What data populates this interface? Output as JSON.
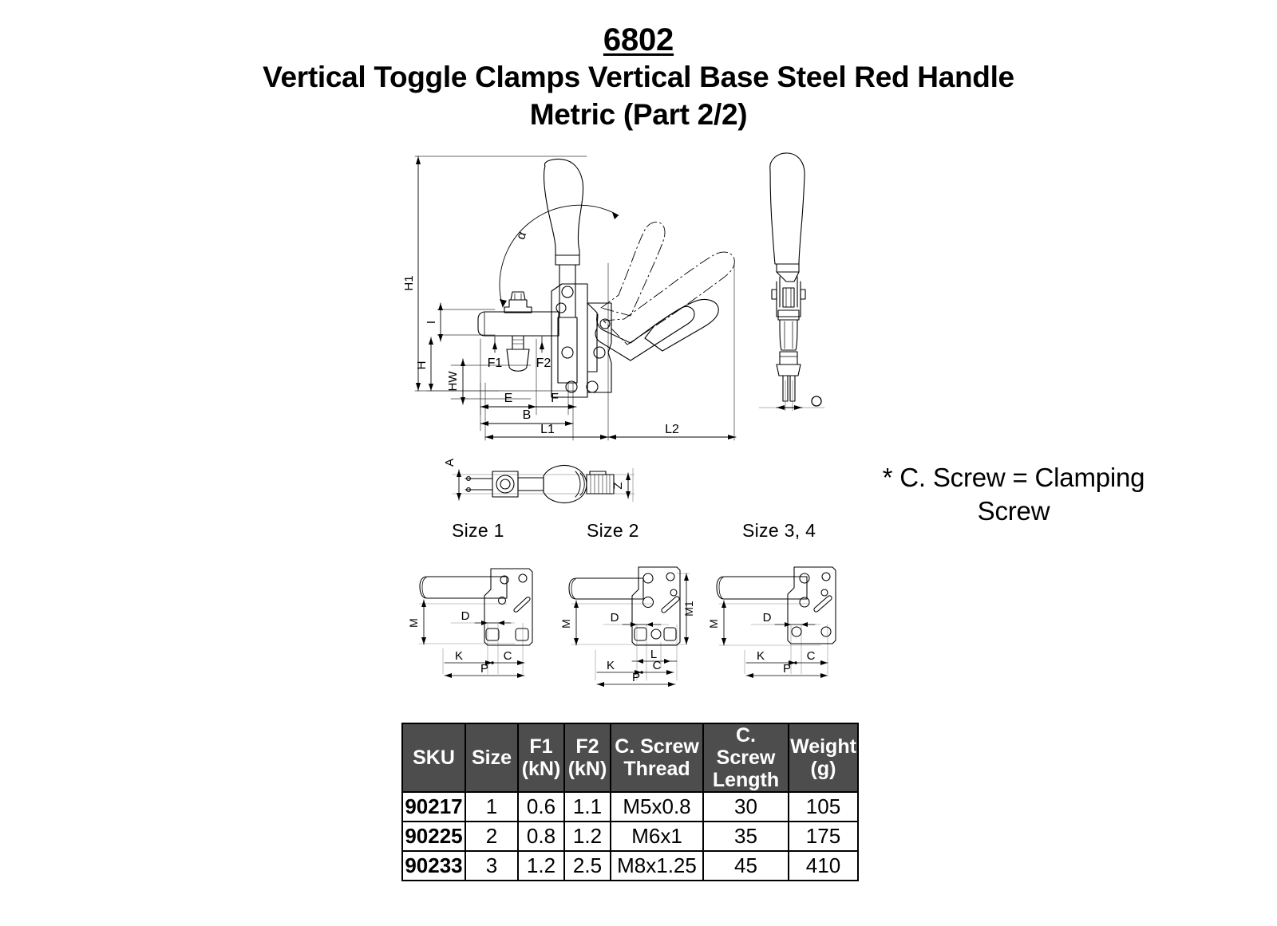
{
  "title": {
    "code": "6802",
    "line1": "Vertical Toggle Clamps Vertical Base Steel Red Handle",
    "line2": "Metric (Part 2/2)"
  },
  "note": {
    "line1": "* C. Screw = Clamping",
    "line2": "Screw"
  },
  "drawings": {
    "main_view": {
      "name": "main-side-view",
      "dimension_labels": [
        "H1",
        "I",
        "H",
        "HW",
        "F1",
        "F2",
        "E",
        "F",
        "B",
        "L1",
        "L2",
        "α"
      ]
    },
    "front_view": {
      "name": "front-view",
      "dimension_labels": [
        "O"
      ]
    },
    "top_view": {
      "name": "top-view",
      "dimension_labels": [
        "A",
        "Z"
      ]
    },
    "base_views": [
      {
        "caption": "Size 1",
        "dimension_labels": [
          "M",
          "D",
          "K",
          "C",
          "P"
        ]
      },
      {
        "caption": "Size 2",
        "dimension_labels": [
          "M",
          "M1",
          "D",
          "L",
          "K",
          "C",
          "P"
        ]
      },
      {
        "caption": "Size 3, 4",
        "dimension_labels": [
          "M",
          "D",
          "K",
          "C",
          "P"
        ]
      }
    ]
  },
  "table": {
    "headers": [
      {
        "top": "SKU",
        "bottom": ""
      },
      {
        "top": "Size",
        "bottom": ""
      },
      {
        "top": "F1",
        "bottom": "(kN)"
      },
      {
        "top": "F2",
        "bottom": "(kN)"
      },
      {
        "top": "C. Screw",
        "bottom": "Thread"
      },
      {
        "top": "C. Screw",
        "bottom": "Length"
      },
      {
        "top": "Weight",
        "bottom": "(g)"
      }
    ],
    "rows": [
      {
        "sku": "90217",
        "size": "1",
        "f1": "0.6",
        "f2": "1.1",
        "thread": "M5x0.8",
        "length": "30",
        "weight": "105"
      },
      {
        "sku": "90225",
        "size": "2",
        "f1": "0.8",
        "f2": "1.2",
        "thread": "M6x1",
        "length": "35",
        "weight": "175"
      },
      {
        "sku": "90233",
        "size": "3",
        "f1": "1.2",
        "f2": "2.5",
        "thread": "M8x1.25",
        "length": "45",
        "weight": "410"
      }
    ]
  },
  "colors": {
    "header_bg": "#4d4d4d",
    "header_text": "#ffffff",
    "line": "#000000",
    "page_bg": "#ffffff"
  }
}
